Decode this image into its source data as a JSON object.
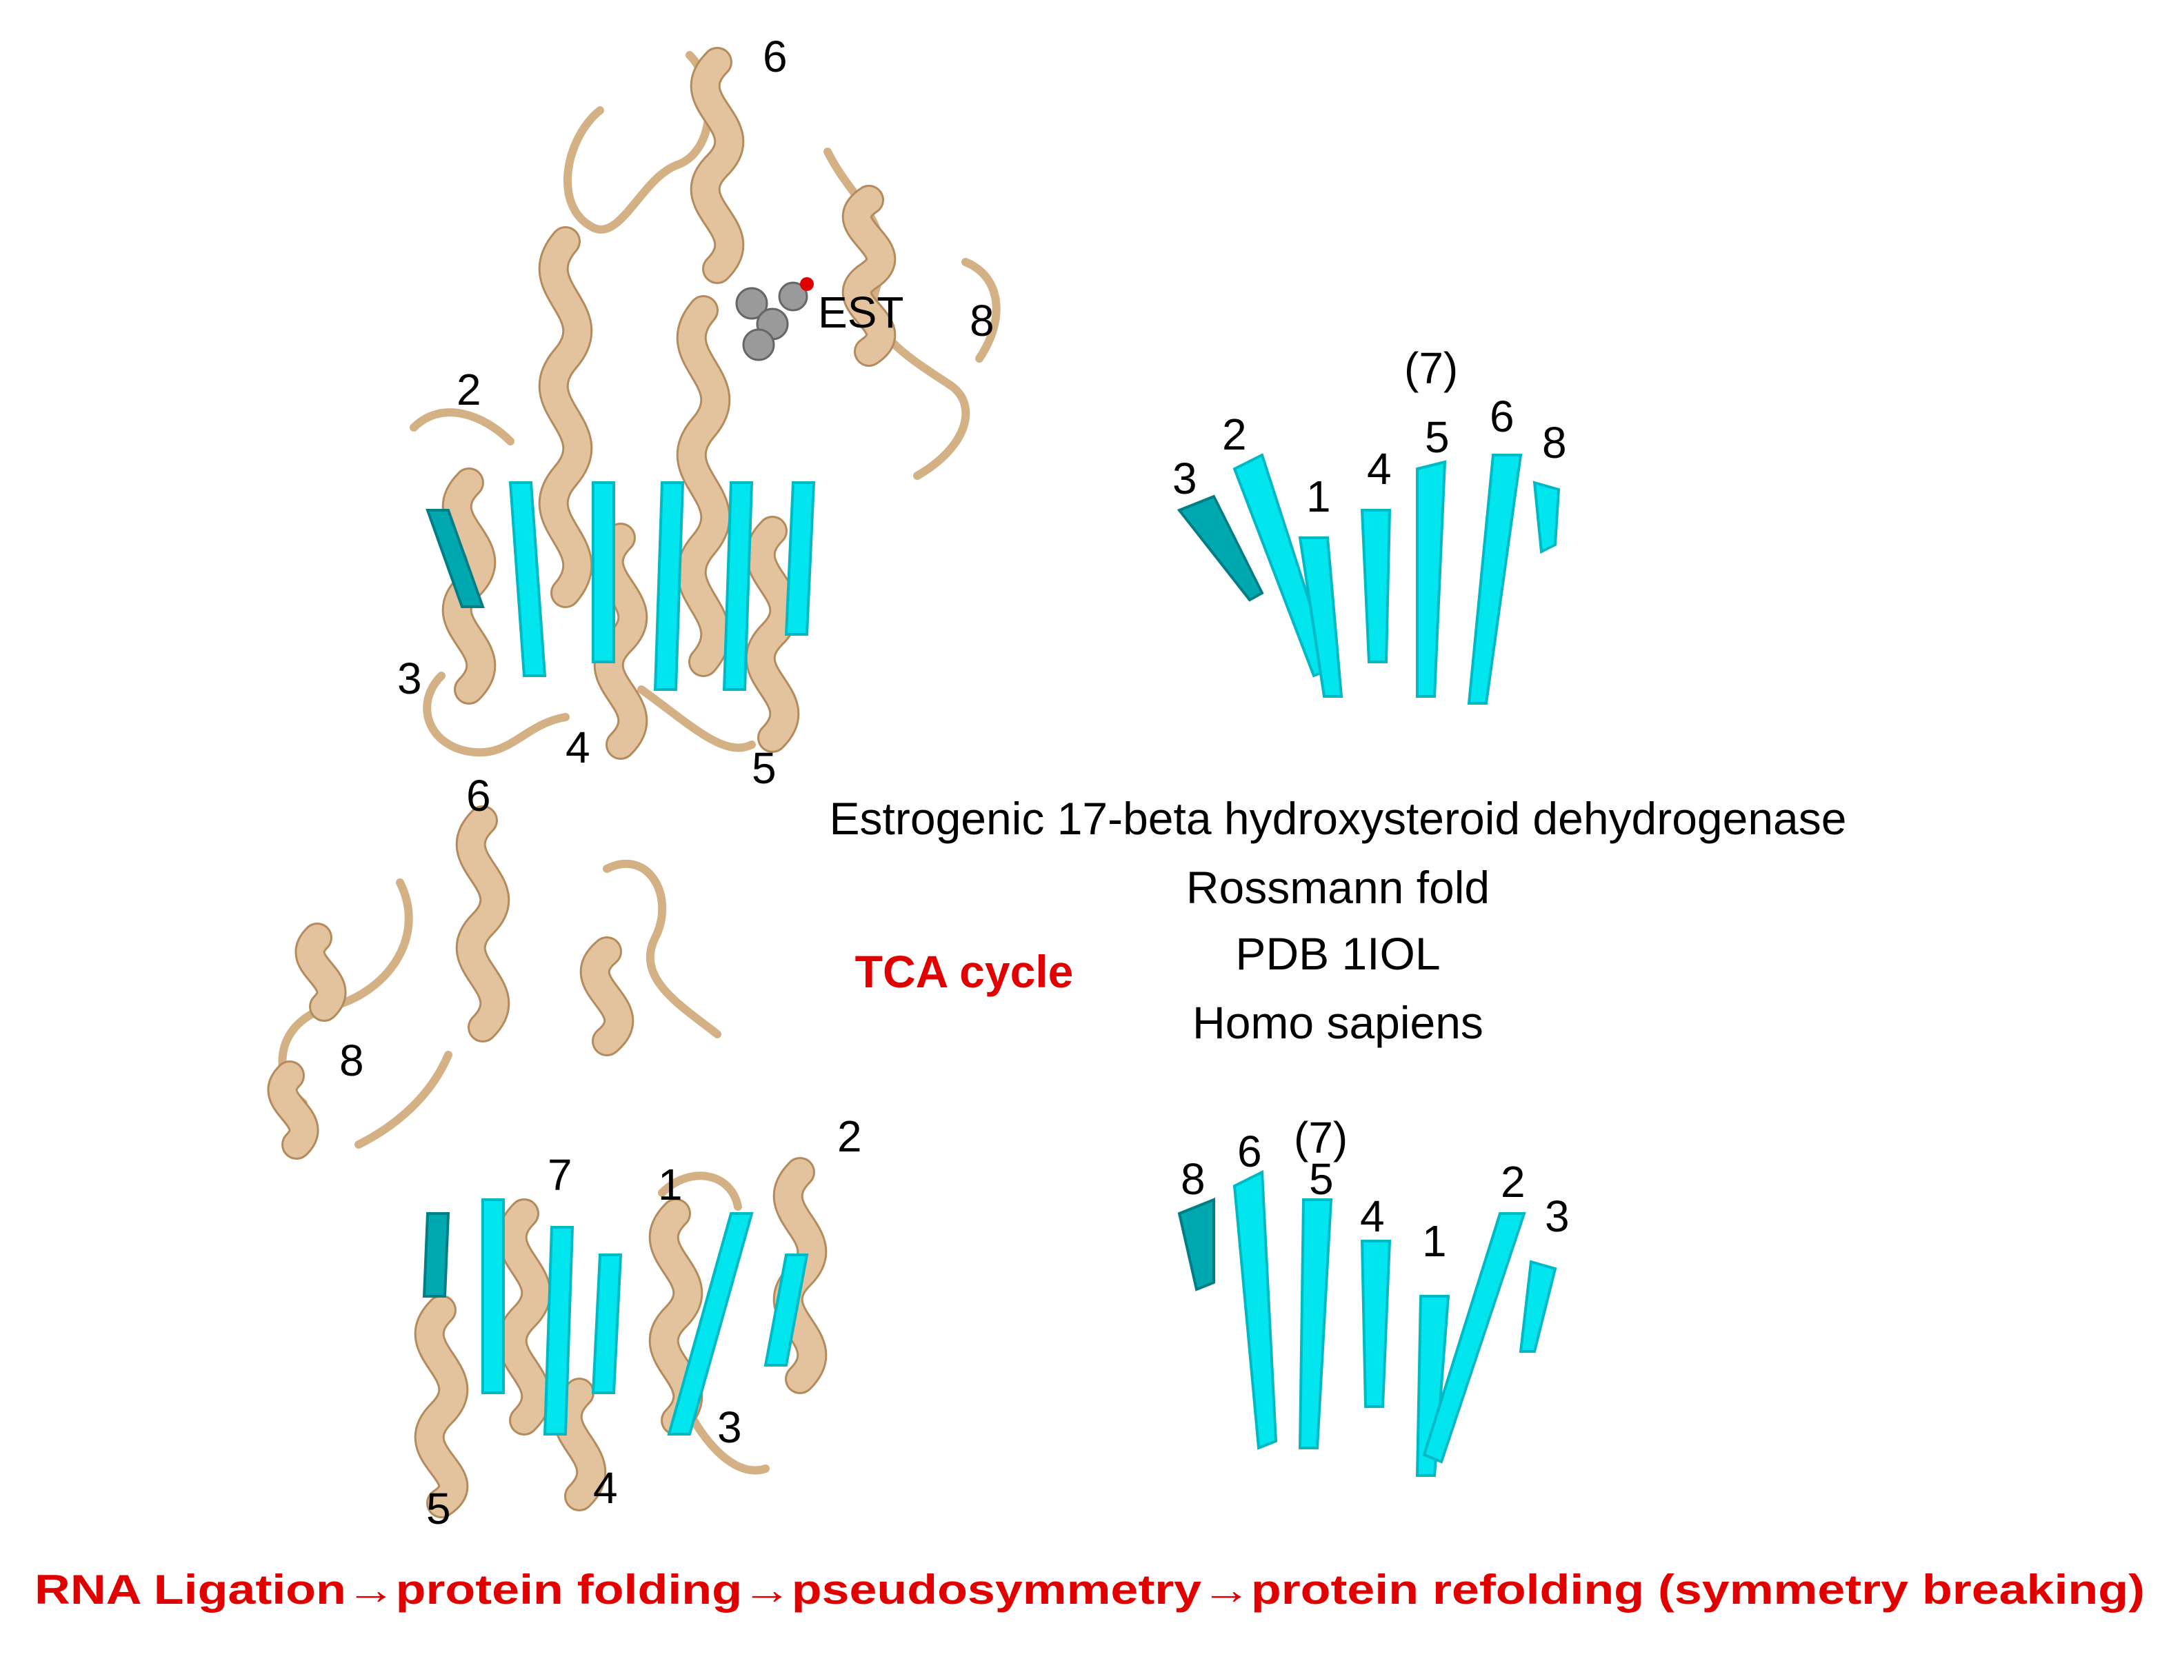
{
  "caption": {
    "line1": "Estrogenic 17-beta hydroxysteroid dehydrogenase",
    "line2": "Rossmann fold",
    "line3": "PDB 1IOL",
    "line4": "Homo sapiens"
  },
  "tca_label": "TCA cycle",
  "bottom_label": "RNA Ligation→protein folding→pseudosymmetry→protein refolding (symmetry breaking)",
  "ligand_label": "EST",
  "colors": {
    "strand": "#00e5ee",
    "helix": "#e3c39d",
    "loop": "#d4b185",
    "red_text": "#e00000"
  },
  "top_structure": {
    "labels": [
      "6",
      "8",
      "2",
      "3",
      "4",
      "5"
    ]
  },
  "bottom_structure": {
    "labels": [
      "6",
      "8",
      "7",
      "1",
      "2",
      "3",
      "5",
      "4"
    ]
  },
  "top_sheet": {
    "labels": [
      "(7)",
      "2",
      "6",
      "8",
      "5",
      "4",
      "3",
      "1"
    ]
  },
  "bottom_sheet": {
    "labels": [
      "(7)",
      "6",
      "8",
      "5",
      "2",
      "4",
      "3",
      "1"
    ]
  }
}
